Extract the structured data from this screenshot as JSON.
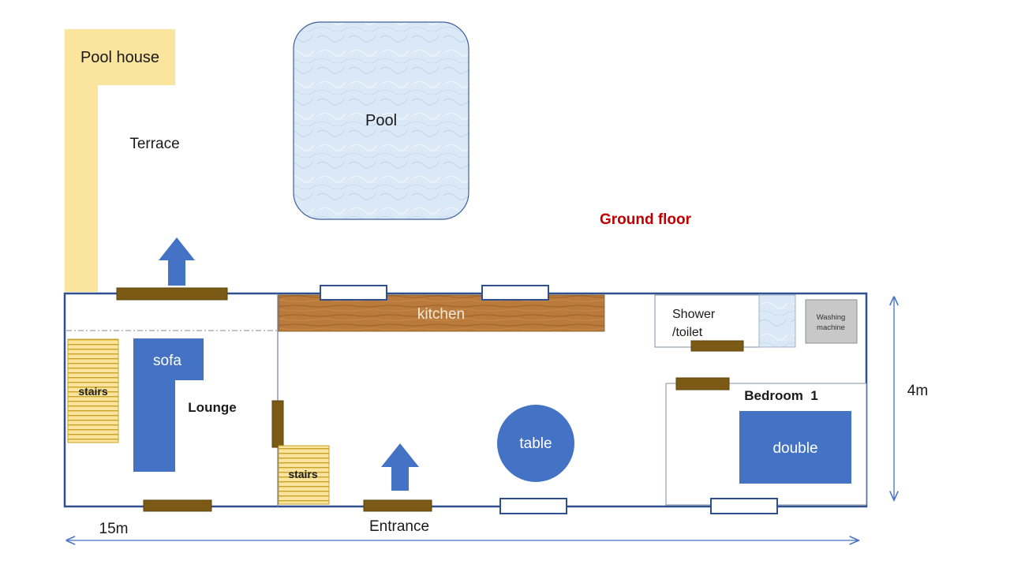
{
  "labels": {
    "pool_house": "Pool house",
    "terrace": "Terrace",
    "pool": "Pool",
    "floor_title": "Ground floor",
    "kitchen": "kitchen",
    "shower_line1": "Shower",
    "shower_line2": "/toilet",
    "washing_line1": "Washing",
    "washing_line2": "machine",
    "sofa": "sofa",
    "stairs_left": "stairs",
    "lounge": "Lounge",
    "stairs_center": "stairs",
    "table": "table",
    "bedroom": "Bedroom  1",
    "double": "double",
    "height_dim": "4m",
    "width_dim": "15m",
    "entrance": "Entrance"
  },
  "colors": {
    "wall": "#2f4f8f",
    "furniture_blue": "#4472c4",
    "door_brown": "#7a5a14",
    "pool_fill": "#dbe8f6",
    "pool_border": "#3f5f9f",
    "sand": "#fbe49e",
    "stairs_stripe": "#c9a227",
    "kitchen_wood": "#b5773a",
    "title_red": "#c00000",
    "washing_grey": "#c8c8c8"
  }
}
